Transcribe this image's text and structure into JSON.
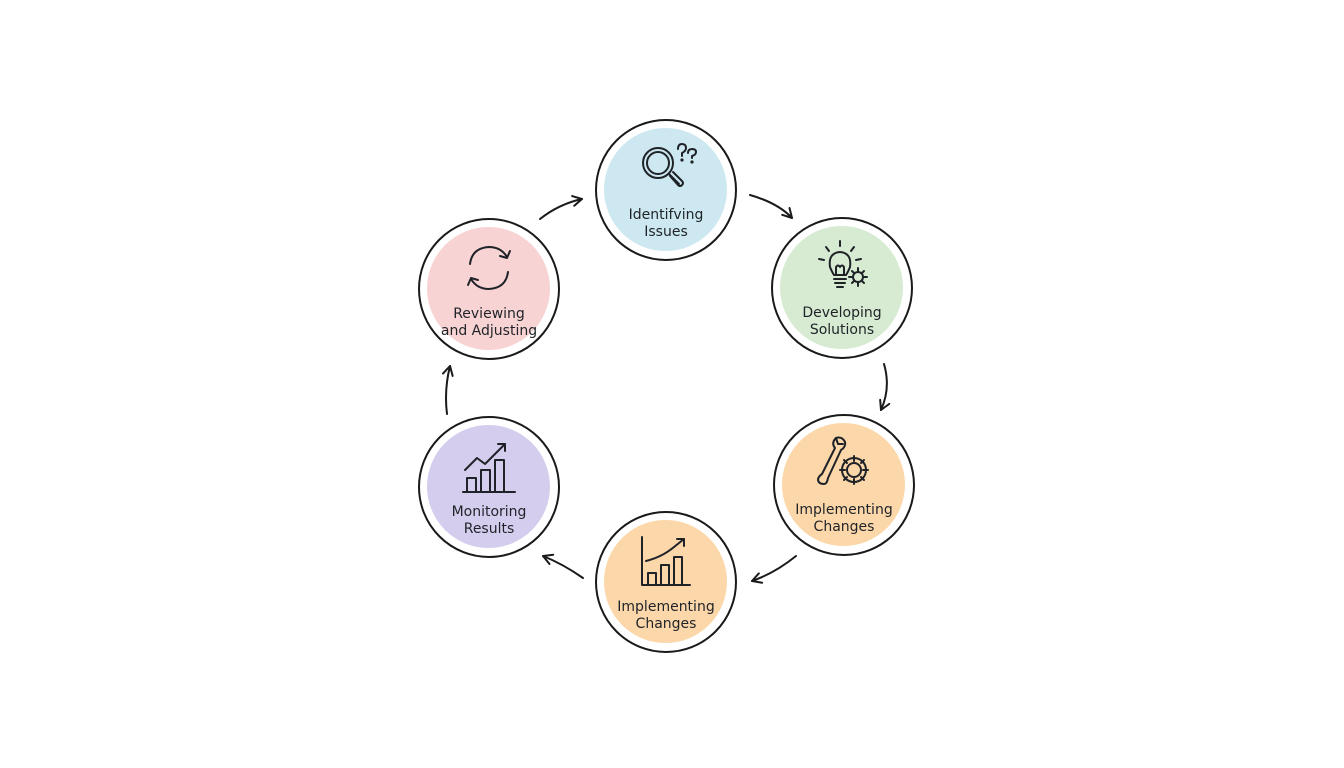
{
  "diagram": {
    "type": "cycle",
    "nodes": [
      {
        "id": "identifying-issues",
        "icon": "magnifier-question-icon",
        "color": "#cde8f0",
        "lines": [
          "Identifving",
          "Issues"
        ]
      },
      {
        "id": "developing-solutions",
        "icon": "lightbulb-gear-icon",
        "color": "#d6ebd2",
        "lines": [
          "Developing",
          "Solutions"
        ]
      },
      {
        "id": "implementing-changes-1",
        "icon": "wrench-gear-icon",
        "color": "#fbd7aa",
        "lines": [
          "Implementing",
          "Changes"
        ]
      },
      {
        "id": "implementing-changes-2",
        "icon": "growth-chart-icon",
        "color": "#fbd7aa",
        "lines": [
          "Implementing",
          "Changes"
        ]
      },
      {
        "id": "monitoring-results",
        "icon": "trend-chart-icon",
        "color": "#d5cdee",
        "lines": [
          "Monitoring",
          "Results"
        ]
      },
      {
        "id": "reviewing-adjusting",
        "icon": "refresh-cycle-icon",
        "color": "#f8d3d4",
        "lines": [
          "Reviewing",
          "and Adjusting"
        ]
      }
    ],
    "edges": [
      {
        "from": "identifying-issues",
        "to": "developing-solutions"
      },
      {
        "from": "developing-solutions",
        "to": "implementing-changes-1"
      },
      {
        "from": "implementing-changes-1",
        "to": "implementing-changes-2"
      },
      {
        "from": "implementing-changes-2",
        "to": "monitoring-results"
      },
      {
        "from": "monitoring-results",
        "to": "reviewing-adjusting"
      },
      {
        "from": "reviewing-adjusting",
        "to": "identifying-issues"
      }
    ]
  }
}
